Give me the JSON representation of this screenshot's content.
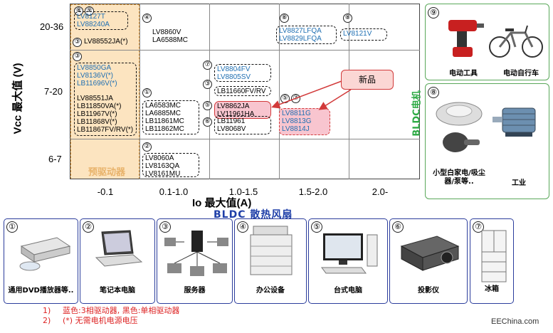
{
  "y_axis": {
    "title": "Vcc 最大值 (V)",
    "ticks": [
      "20-36",
      "7-20",
      "6-7"
    ]
  },
  "x_axis": {
    "title": "Io 最大值(A)",
    "ticks": [
      "-0.1",
      "0.1-1.0",
      "1.0-1.5",
      "1.5-2.0",
      "2.0-"
    ]
  },
  "predriver_label": "预驱动器",
  "new_label": "新品",
  "bldc_motor_label": "BLDC电机",
  "fan_title": "BLDC 散热风扇",
  "cells": {
    "c1_top_blue": [
      "LV8127T",
      "LV88240A"
    ],
    "c1_top_black": "LV88552JA(*)",
    "c1_mid_blue": [
      "LV8850GA",
      "LV8136V(*)",
      "LB11696V(*)"
    ],
    "c1_mid_black": [
      "LV88551JA",
      "LB11850VA(*)",
      "LB11967V(*)",
      "LB11868V(*)",
      "LB11867FV/RV(*)"
    ],
    "c2_top": [
      "LV8860V",
      "LA6588MC"
    ],
    "c2_mid": [
      "LA6583MC",
      "LA6885MC",
      "LB11861MC",
      "LB11862MC"
    ],
    "c2_low": [
      "LV8060A",
      "LV8163QA",
      "LV8161MU"
    ],
    "c3_mid_blue": [
      "LV8804FV",
      "LV8805SV"
    ],
    "c3_mid_single": "LB11660FV/RV",
    "c3_mid_red": [
      "LV8862JA",
      "LV11961HA"
    ],
    "c3_mid_black": [
      "LB11961",
      "LV8068V"
    ],
    "c4_top": [
      "LV8827LFQA",
      "LV8829LFQA"
    ],
    "c4_mid": [
      "LV8811G",
      "LV8813G",
      "LV8814J"
    ],
    "c5_top": "LV8121V"
  },
  "markers": {
    "m8a": "⑧",
    "m9a": "⑨",
    "m3a": "③",
    "m4a": "④",
    "m8b": "⑧",
    "m8c": "⑧",
    "m3b": "③",
    "m1": "①",
    "m7": "⑦",
    "m3c": "③",
    "m5": "⑤",
    "m6": "⑥",
    "m5b": "⑤",
    "m7b": "⑦",
    "m2": "②"
  },
  "right_panels": {
    "top": {
      "number": "⑨",
      "items": [
        "电动工具",
        "电动自行车"
      ]
    },
    "bottom": {
      "number": "⑧",
      "items": [
        "小型白家电/吸尘器/泵等..",
        "工业"
      ]
    }
  },
  "applications": [
    {
      "number": "①",
      "label": "通用DVD播放器等.."
    },
    {
      "number": "②",
      "label": "笔记本电脑"
    },
    {
      "number": "③",
      "label": "服务器"
    },
    {
      "number": "④",
      "label": "办公设备"
    },
    {
      "number": "⑤",
      "label": "台式电脑"
    },
    {
      "number": "⑥",
      "label": "投影仪"
    },
    {
      "number": "⑦",
      "label": "冰箱"
    }
  ],
  "notes": [
    {
      "idx": "1)",
      "text": "蓝色:3相驱动器, 黑色:单相驱动器"
    },
    {
      "idx": "2)",
      "text": "(*) 无需电机电源电压"
    }
  ],
  "footer": "EEChina.com",
  "colors": {
    "blue_text": "#1f6fb2",
    "highlight": "#f8c5cf",
    "red": "#d23a3a",
    "predrive": "#fce4c0",
    "green": "#2daa44",
    "navy": "#2b3d9c"
  }
}
